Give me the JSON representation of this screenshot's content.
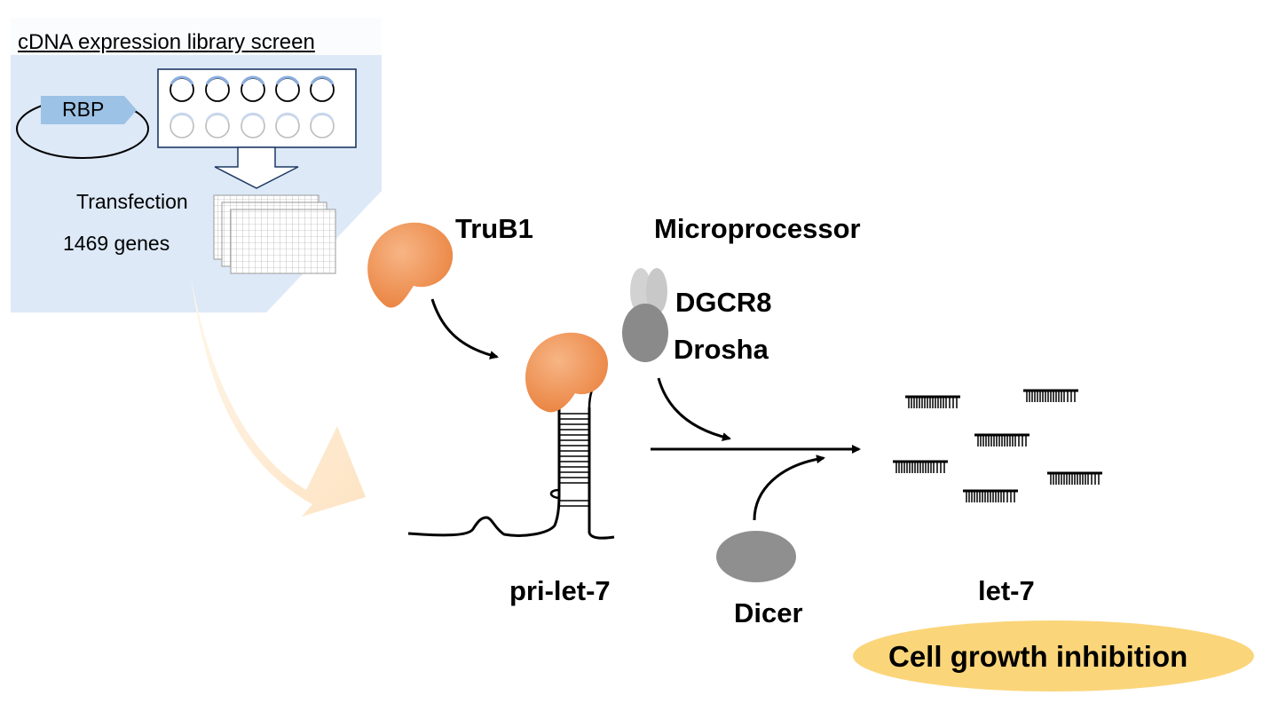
{
  "screen_panel": {
    "title": "cDNA expression library screen",
    "plasmid_label": "RBP",
    "transfection_label": "Transfection",
    "genes_label": "1469 genes",
    "colors": {
      "panel": "#dde9f7",
      "rbp_arrow": "#9cc2e6",
      "well_fill": "#8aaee0"
    }
  },
  "pathway": {
    "trub1_label": "TruB1",
    "microprocessor_label": "Microprocessor",
    "dgcr8_label": "DGCR8",
    "drosha_label": "Drosha",
    "pri_let7_label": "pri-let-7",
    "dicer_label": "Dicer",
    "let7_label": "let-7",
    "mature_mirna_count": 6,
    "colors": {
      "trub1": "#f0955a",
      "dgcr8": "#d0d0d0",
      "drosha": "#8a8a8a",
      "dicer": "#8f8f8f",
      "big_arrow": "#fde6c8"
    }
  },
  "outcome": {
    "label": "Cell growth inhibition",
    "color": "#fbd57a"
  }
}
